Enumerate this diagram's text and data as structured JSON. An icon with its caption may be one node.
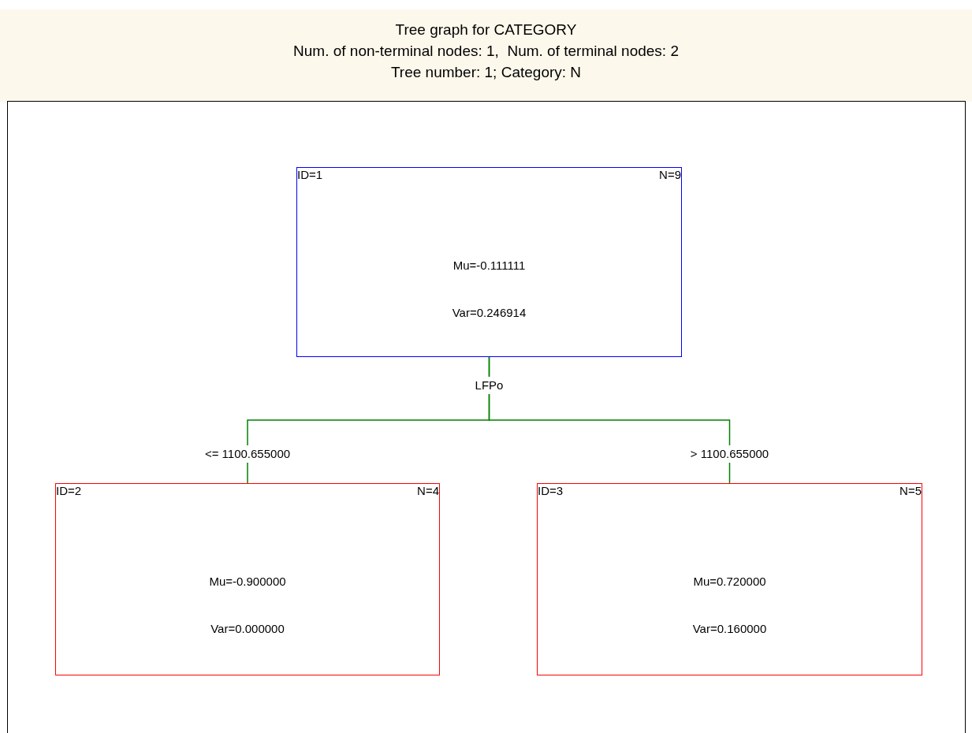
{
  "diagram": {
    "title": "Tree graph for CATEGORY",
    "nodes": [
      {
        "text": [
          "ID=1",
          "N=9",
          "Mu=-0.111111",
          "Var=0.246914"
        ]
      },
      {
        "text": [
          "ID=2",
          "N=4",
          "Mu=-0.900000",
          "Var=0.000000"
        ]
      },
      {
        "text": [
          "ID=3",
          "N=5",
          "Mu=0.720000",
          "Var=0.160000"
        ]
      }
    ],
    "edges": [
      {
        "from": 0,
        "to": 1,
        "arrow": "none",
        "label": "<= 1100.655000"
      },
      {
        "from": 0,
        "to": 2,
        "arrow": "none",
        "label": "> 1100.655000"
      }
    ],
    "labels": [
      "Num. of non-terminal nodes: 1,  Num. of terminal nodes: 2",
      "Tree number: 1; Category: N",
      "LFPo"
    ]
  }
}
